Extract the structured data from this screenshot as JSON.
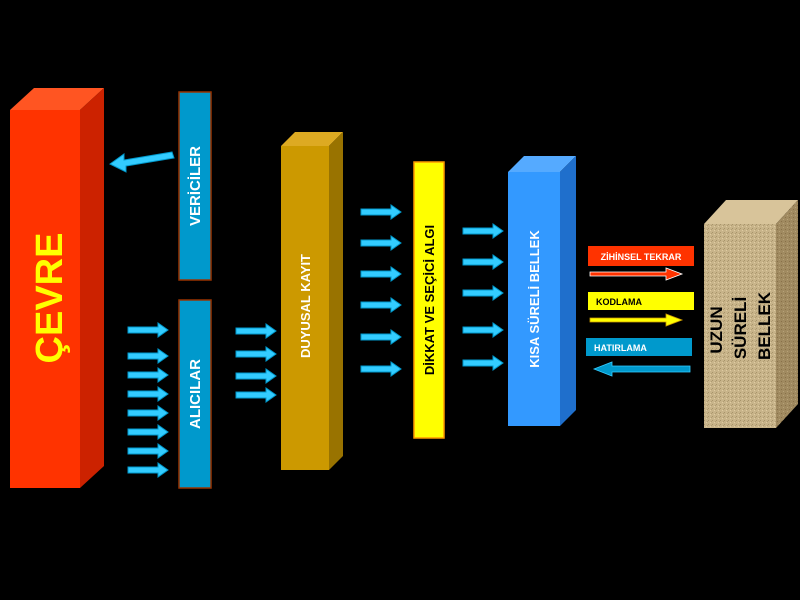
{
  "boxes": {
    "cevre": {
      "label": "ÇEVRE",
      "front": "#ff3300",
      "side": "#cc2200",
      "top": "#ff5522",
      "text": "#ffff00"
    },
    "vericiler": {
      "label": "VERİCİLER",
      "fill": "#0099cc",
      "text": "#ffffff"
    },
    "alicilar": {
      "label": "ALICILAR",
      "fill": "#0099cc",
      "text": "#ffffff"
    },
    "duyusal": {
      "label": "DUYUSAL KAYIT",
      "front": "#cc9900",
      "side": "#997300",
      "top": "#ddaa22",
      "text": "#ffffff"
    },
    "dikkat": {
      "label": "DİKKAT VE SEÇİCİ ALGI",
      "fill": "#ffff00",
      "border": "#ff9900",
      "text": "#000000"
    },
    "kisa": {
      "label": "KISA SÜRELİ BELLEK",
      "front": "#3399ff",
      "side": "#1f6fcc",
      "top": "#55aaff",
      "text": "#ffffff"
    },
    "uzun": {
      "lines": [
        "UZUN",
        "SÜRELİ",
        "BELLEK"
      ],
      "front": "#c8b48a",
      "side": "#a08a60",
      "top": "#d8c49a",
      "text": "#000000"
    }
  },
  "processes": {
    "tekrar": {
      "label": "ZİHİNSEL TEKRAR",
      "fill": "#ff3300",
      "text": "#ffffff"
    },
    "kodlama": {
      "label": "KODLAMA",
      "fill": "#ffff00",
      "text": "#000000"
    },
    "hatirlama": {
      "label": "HATIRLAMA",
      "fill": "#0099cc",
      "text": "#ffffff"
    }
  },
  "colors": {
    "arrow": "#33ccff",
    "arrow_dark": "#0099cc",
    "background": "#000000"
  }
}
